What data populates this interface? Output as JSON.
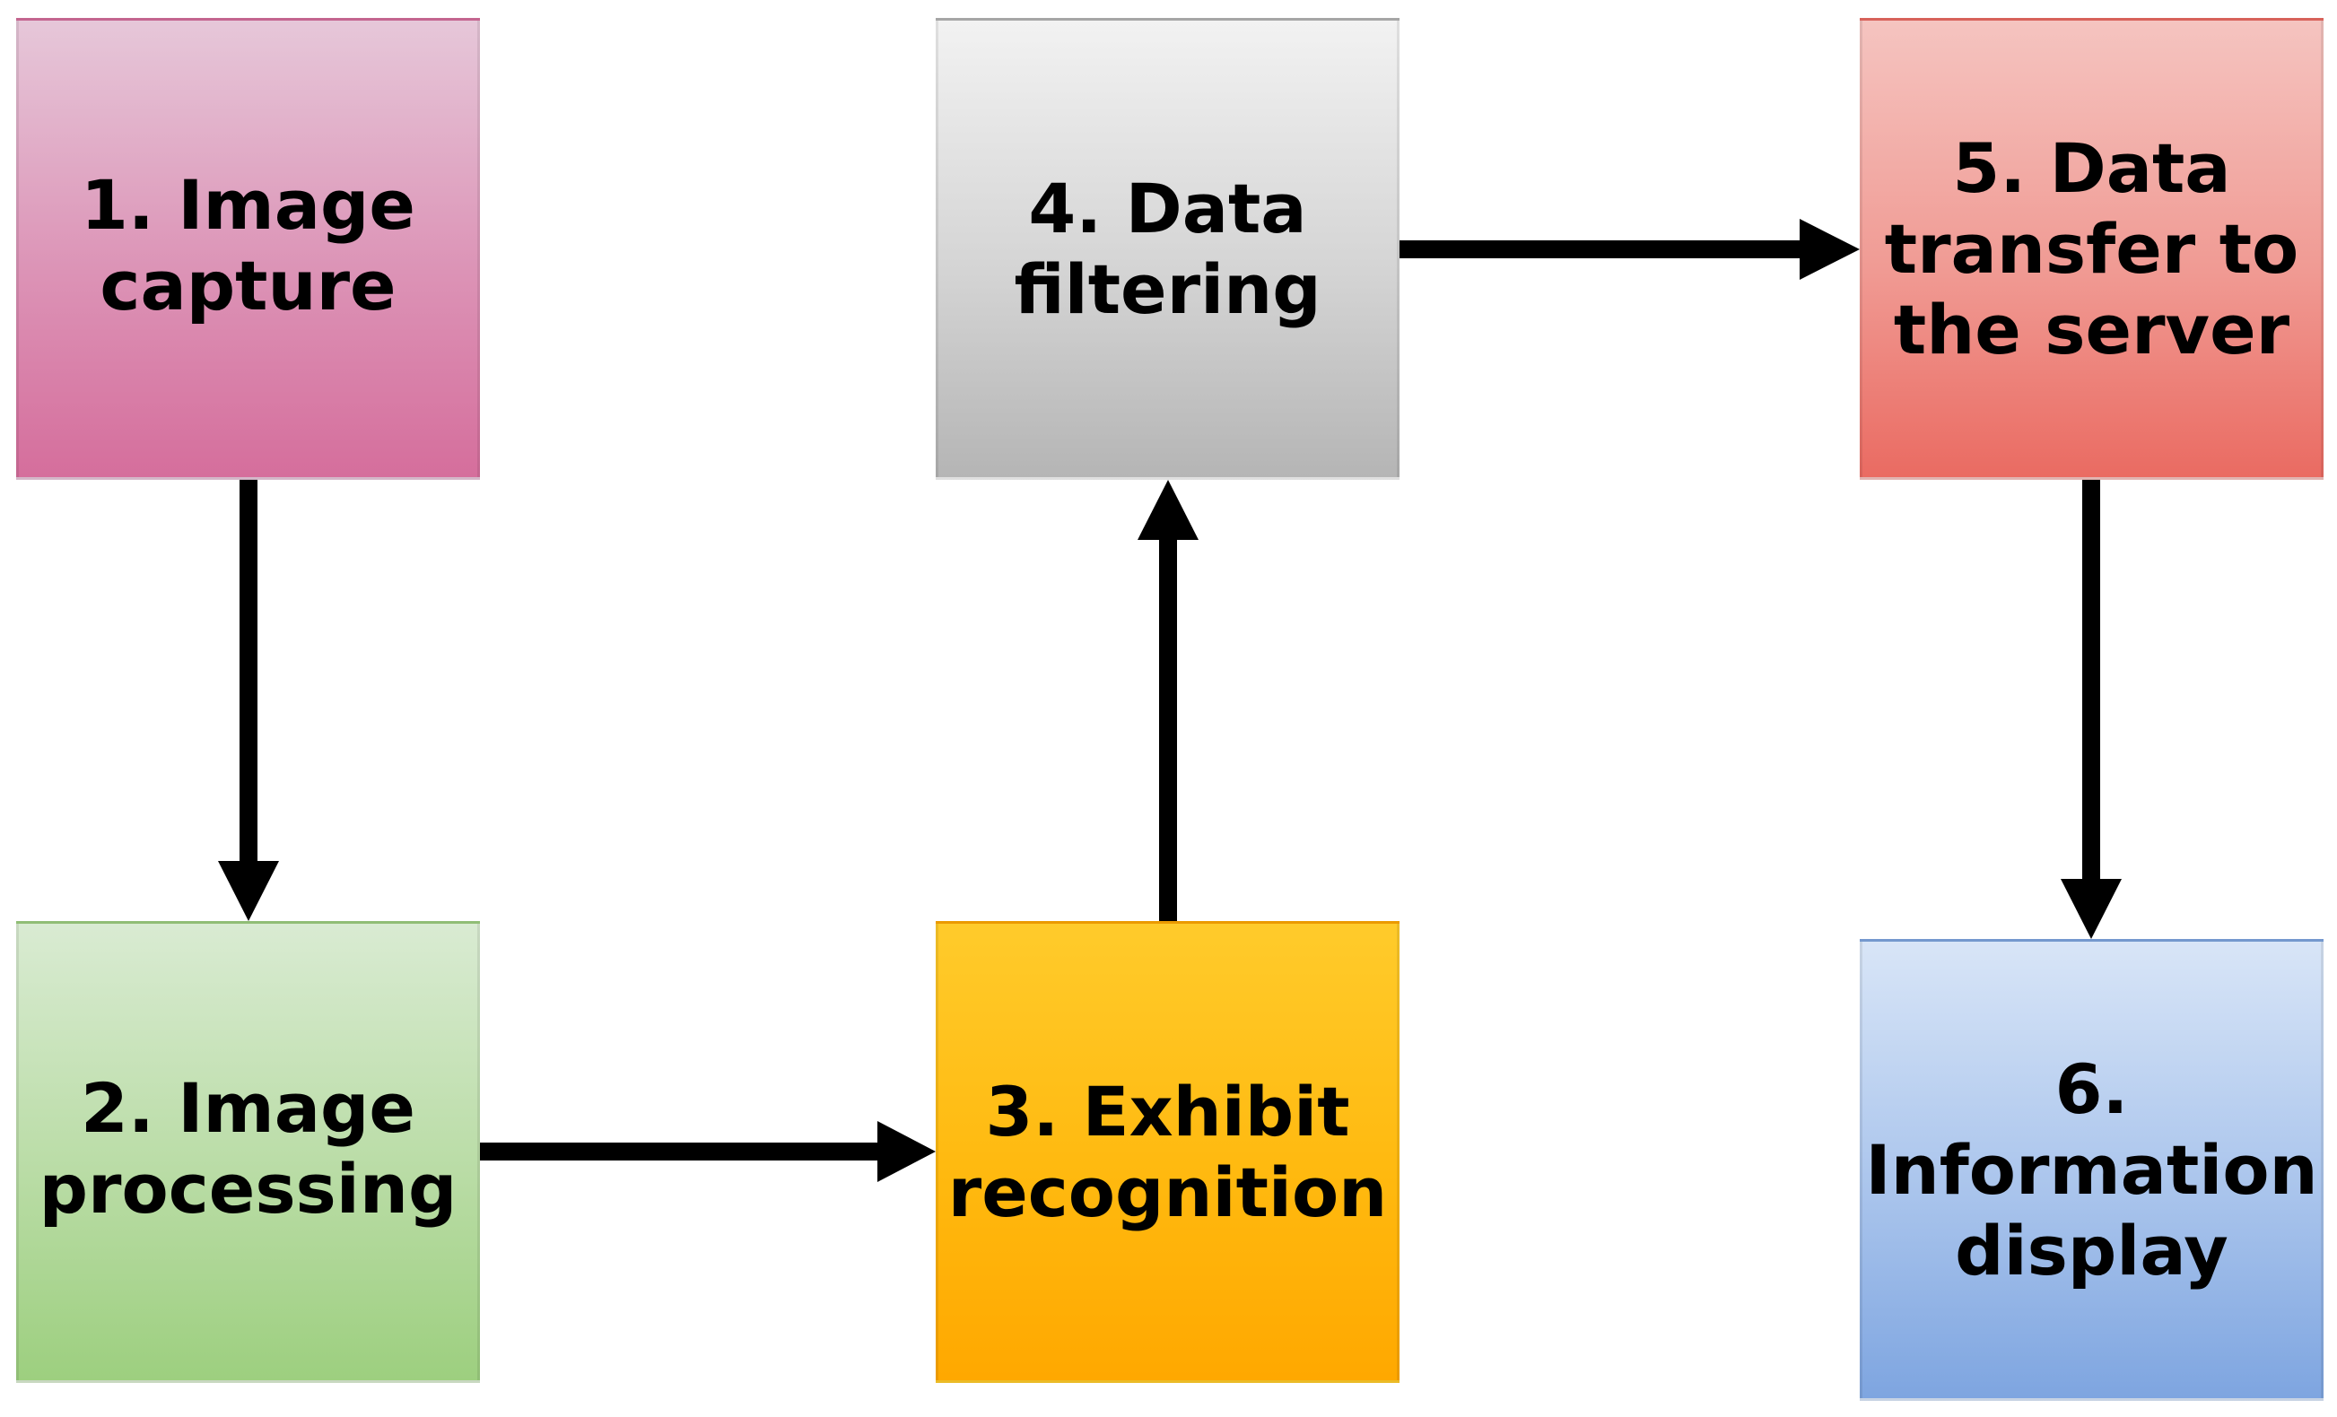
{
  "steps": [
    {
      "id": "1",
      "label": "1. Image\ncapture"
    },
    {
      "id": "2",
      "label": "2. Image\nprocessing"
    },
    {
      "id": "3",
      "label": "3. Exhibit\nrecognition"
    },
    {
      "id": "4",
      "label": "4. Data\nfiltering"
    },
    {
      "id": "5",
      "label": "5. Data\ntransfer to\nthe server"
    },
    {
      "id": "6",
      "label": "6.\nInformation\ndisplay"
    }
  ],
  "flow": [
    {
      "from": "1",
      "to": "2"
    },
    {
      "from": "2",
      "to": "3"
    },
    {
      "from": "3",
      "to": "4"
    },
    {
      "from": "4",
      "to": "5"
    },
    {
      "from": "5",
      "to": "6"
    }
  ],
  "colors": {
    "step1": "#dc93b6",
    "step2": "#b9dca5",
    "step3": "#ffb90f",
    "step4": "#d4d4d4",
    "step5": "#f09a93",
    "step6": "#a9c4ec",
    "arrow": "#000000"
  }
}
